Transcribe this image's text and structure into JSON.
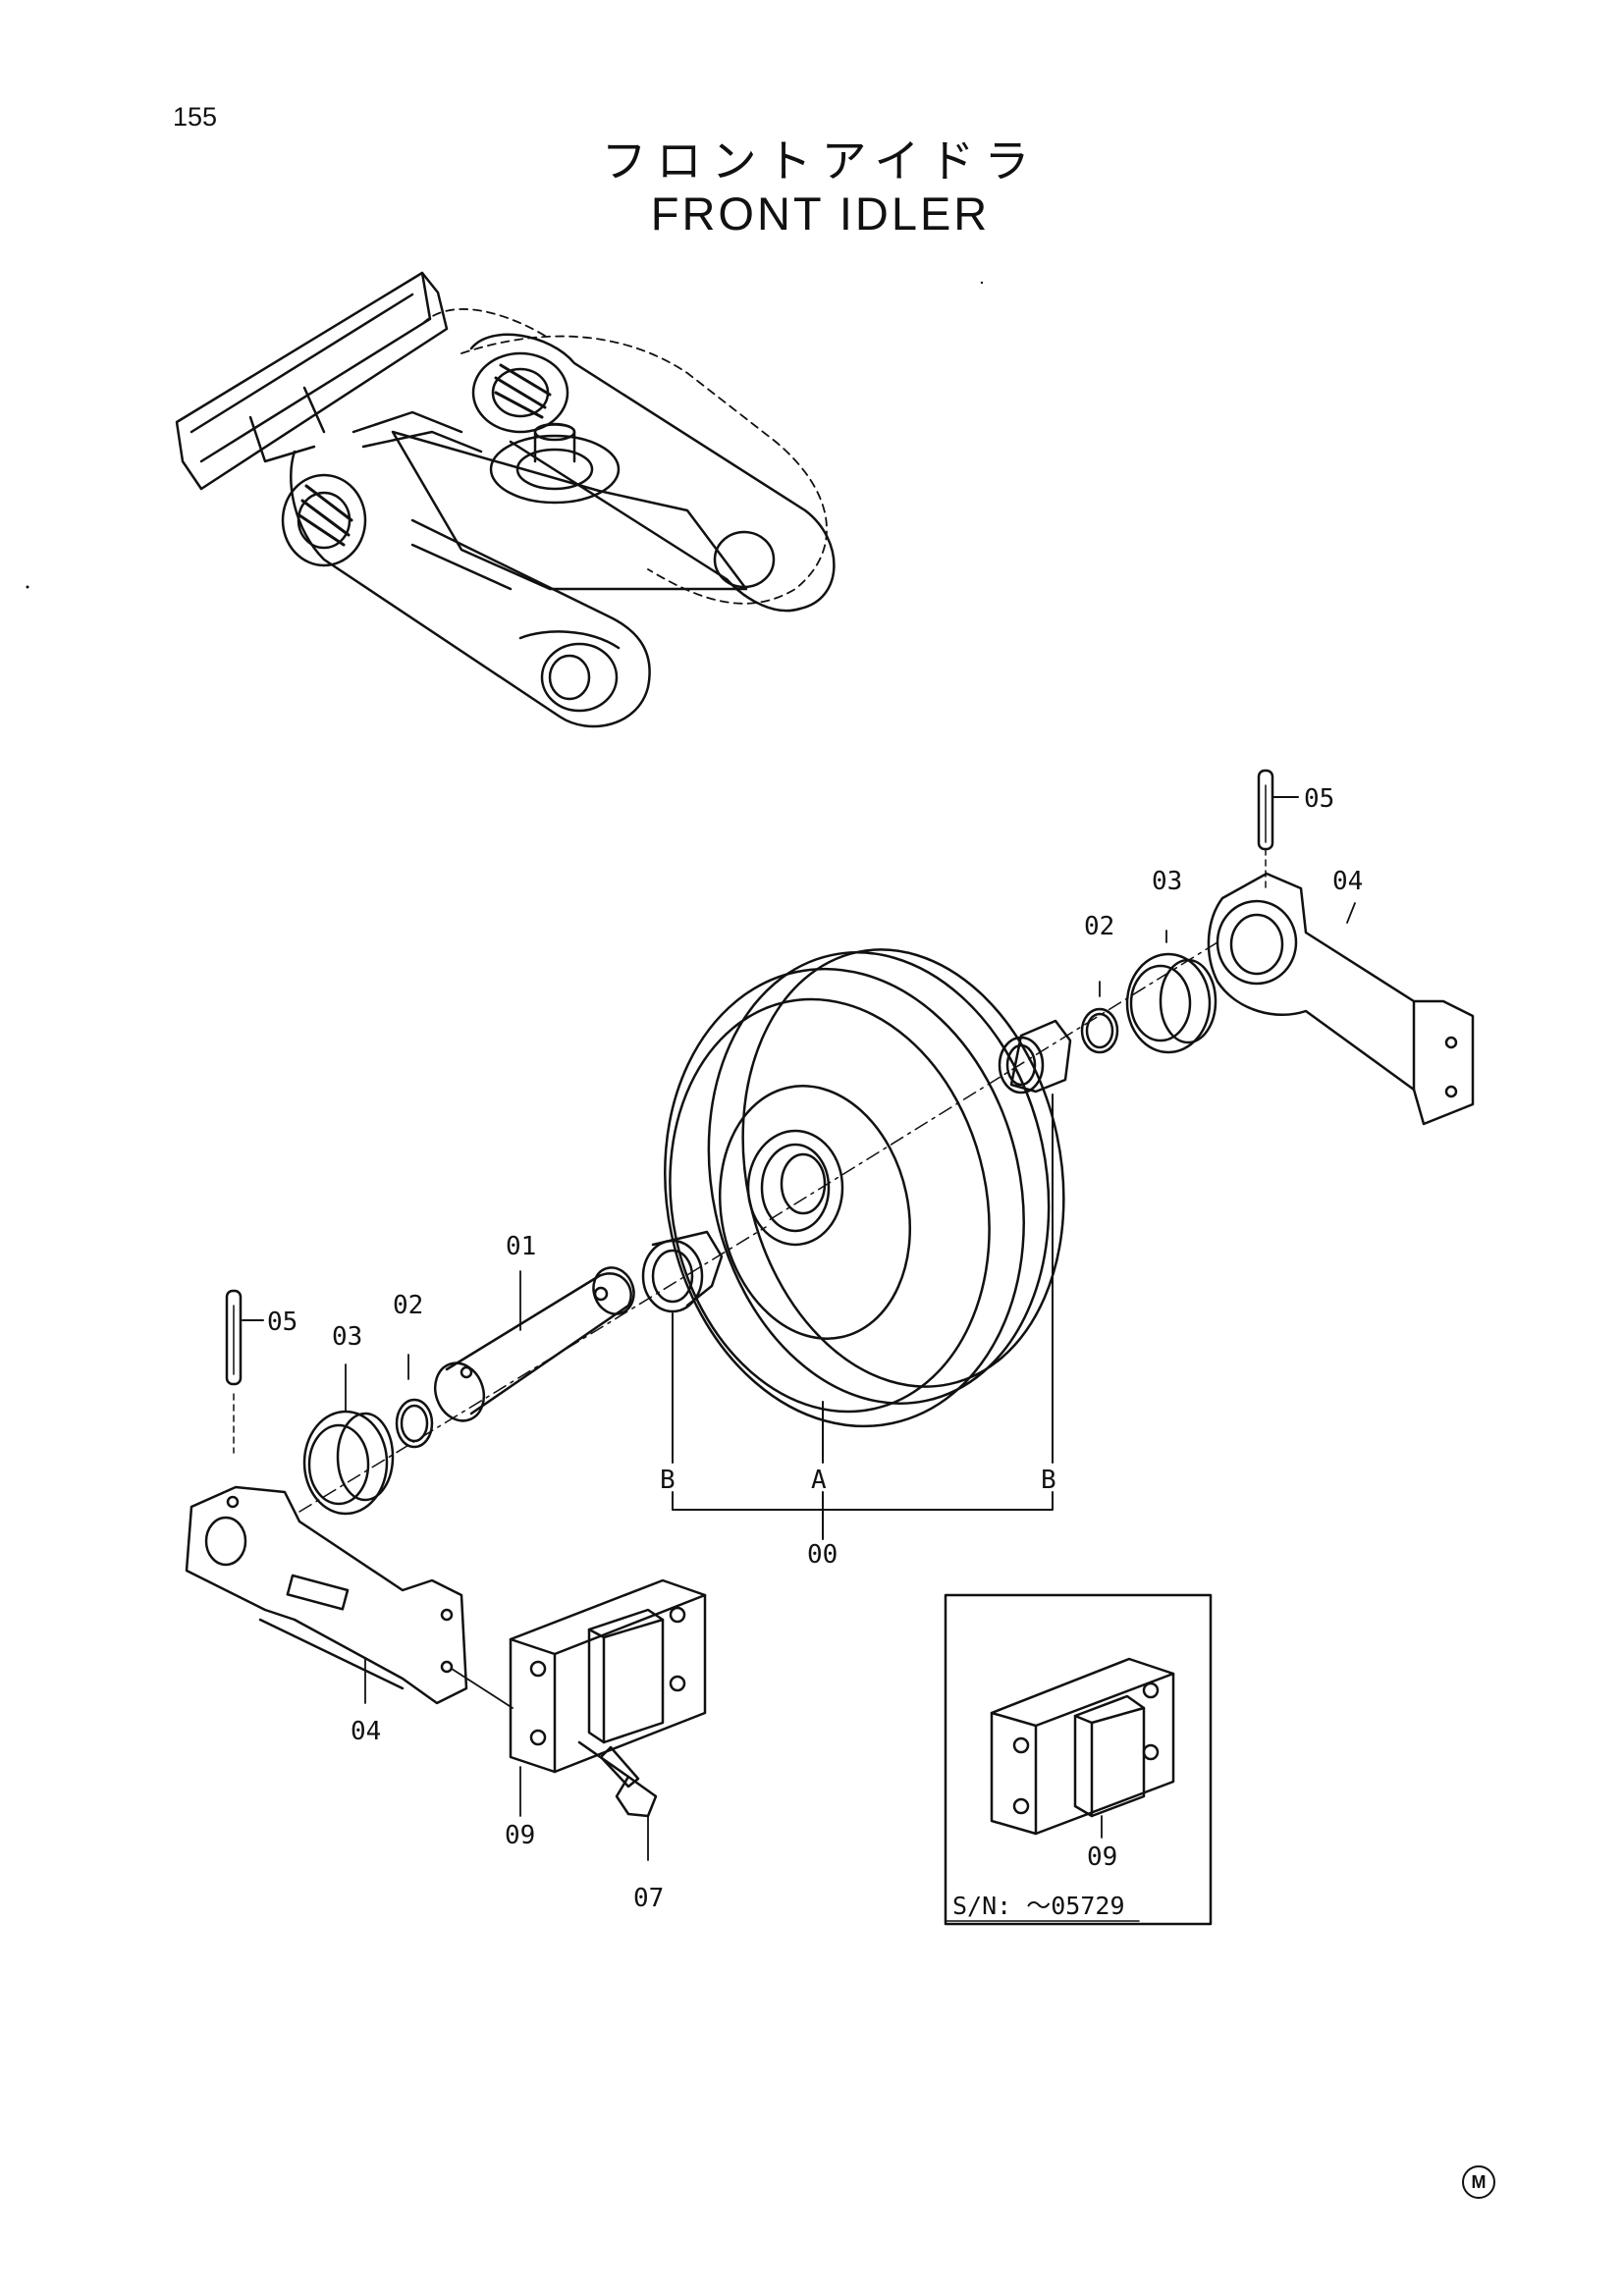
{
  "page_number": "155",
  "title_jp": "フロントアイドラ",
  "title_en": "FRONT IDLER",
  "callouts": {
    "pin_right": "05",
    "bracket_right": "04",
    "seal_right": "03",
    "ring_right": "02",
    "shaft": "01",
    "pin_left": "05",
    "seal_left": "03",
    "ring_left": "02",
    "bushing_left": "B",
    "idler_wheel": "A",
    "bushing_right": "B",
    "assembly": "00",
    "bracket_left": "04",
    "block": "09",
    "bolt": "07"
  },
  "inset": {
    "block_label": "09",
    "serial_note": "S/N: ～05729"
  },
  "mark_symbol": "M",
  "colors": {
    "line": "#111111",
    "background": "#ffffff"
  }
}
